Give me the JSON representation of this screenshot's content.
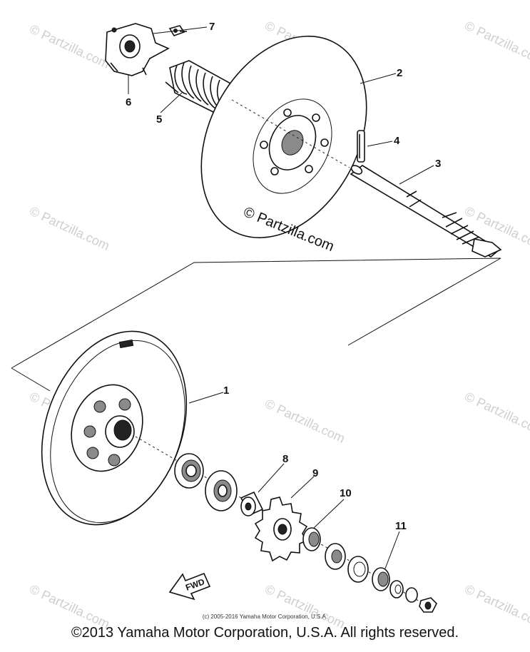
{
  "watermark": {
    "text": "© Partzilla.com"
  },
  "center_watermark": "© Partzilla.com",
  "callouts": [
    "1",
    "2",
    "3",
    "4",
    "5",
    "6",
    "7",
    "8",
    "9",
    "10",
    "11"
  ],
  "direction_label": "FWD",
  "small_copyright": "(c) 2005-2016 Yamaha Motor Corporation, U.S.A.",
  "footer_copyright": "©2013 Yamaha Motor Corporation, U.S.A. All rights reserved."
}
